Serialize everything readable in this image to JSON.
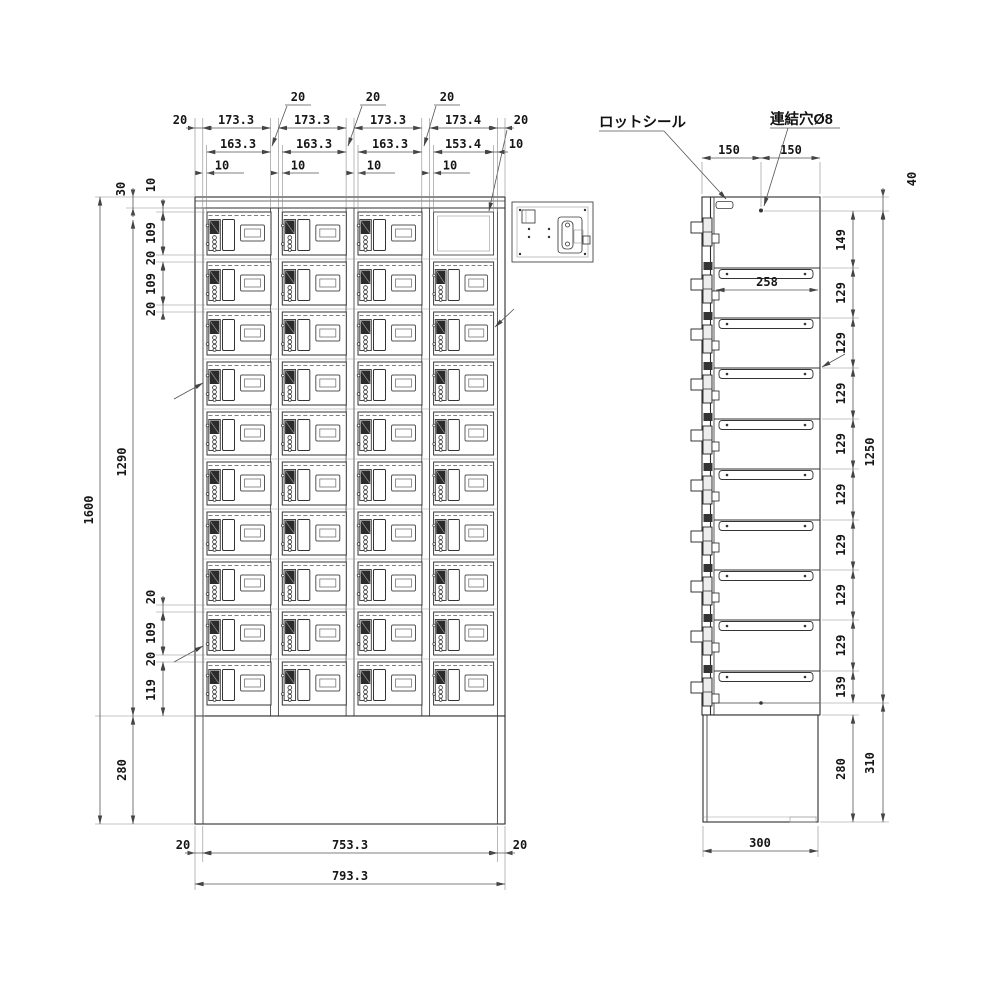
{
  "front_view": {
    "dims": {
      "top_gap_labels": [
        "20",
        "20",
        "20"
      ],
      "row1": [
        "20",
        "173.3",
        "173.3",
        "173.3",
        "173.4",
        "20"
      ],
      "row2": [
        "163.3",
        "163.3",
        "163.3",
        "153.4",
        "10"
      ],
      "row3": [
        "10",
        "10",
        "10",
        "10"
      ],
      "left_outer_total": "1600",
      "left_inner_total": "1290",
      "left_top": [
        "30",
        "10",
        "109",
        "20",
        "109",
        "20"
      ],
      "left_bottom": [
        "20",
        "109",
        "20",
        "119"
      ],
      "left_base": "280",
      "bottom_row1": [
        "20",
        "753.3",
        "20"
      ],
      "bottom_total": "793.3"
    }
  },
  "side_view": {
    "labels": {
      "lot_seal": "ロットシール",
      "link_hole": "連結穴Ø8"
    },
    "dims": {
      "top": [
        "150",
        "150"
      ],
      "right_chain": [
        "149",
        "129",
        "129",
        "129",
        "129",
        "129",
        "129",
        "129",
        "129",
        "139"
      ],
      "right_outer": [
        "40",
        "1250",
        "310"
      ],
      "base_height": "280",
      "inner_width": "258",
      "base_width": "300"
    }
  }
}
